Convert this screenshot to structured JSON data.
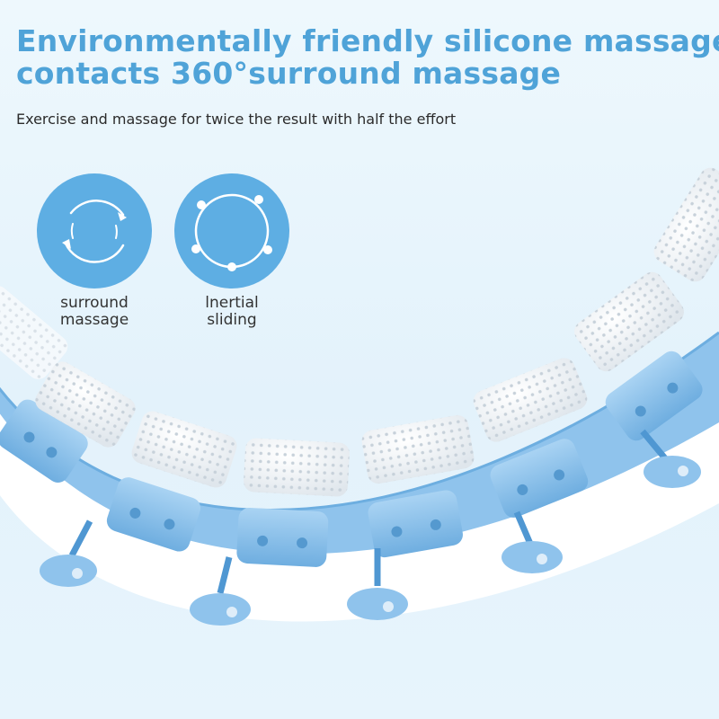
{
  "headline": {
    "line1": "Environmentally friendly silicone massage",
    "line2": "contacts 360°surround massage"
  },
  "subtitle": "Exercise and massage for twice the result with half the effort",
  "features": [
    {
      "icon": "rotation-arrows-icon",
      "line1": "surround",
      "line2": "massage"
    },
    {
      "icon": "orbit-dots-icon",
      "line1": "lnertial",
      "line2": "sliding"
    }
  ],
  "colors": {
    "accent": "#4fa3d8",
    "icon_circle": "#5eaee3",
    "hoop_blue": "#8fc3ec",
    "hoop_white": "#ffffff",
    "silicone_pad": "#e8edf2"
  }
}
